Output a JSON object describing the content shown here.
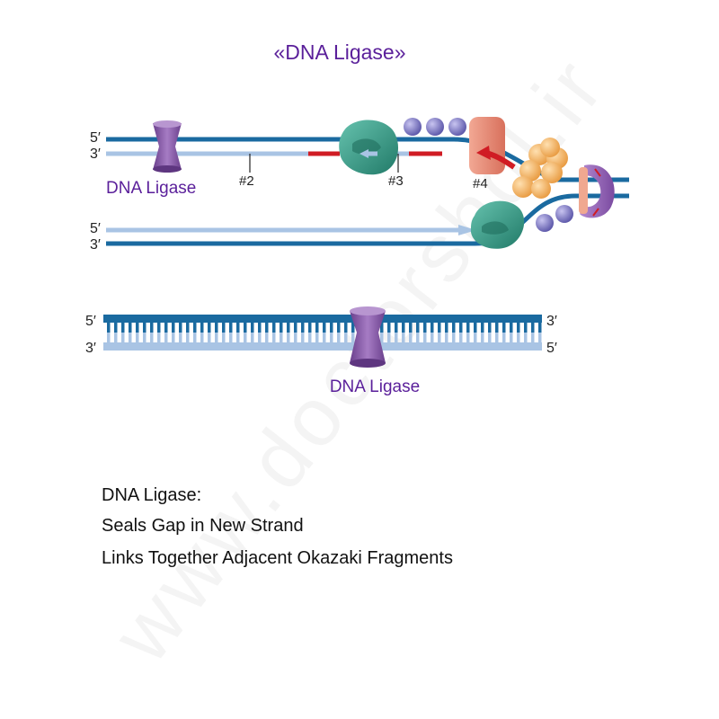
{
  "title": "«DNA Ligase»",
  "watermark": "www.doctorshdl.ir",
  "labels": {
    "ligase_top": "DNA Ligase",
    "ligase_bottom": "DNA Ligase",
    "marker_2": "#2",
    "marker_3": "#3",
    "marker_4": "#4",
    "top_5prime": "5′",
    "top_3prime": "3′",
    "lower_5prime": "5′",
    "lower_3prime": "3′",
    "duplex_left_5prime": "5′",
    "duplex_left_3prime": "3′",
    "duplex_right_3prime": "3′",
    "duplex_right_5prime": "5′"
  },
  "caption": {
    "line1": "DNA Ligase:",
    "line2": "Seals Gap in New Strand",
    "line3": "Links Together Adjacent Okazaki Fragments"
  },
  "colors": {
    "template_strand": "#1a6aa0",
    "new_strand": "#a9c4e4",
    "primer_rna": "#d01c24",
    "ligase": "#8a5aa8",
    "polymerase": "#3a9a86",
    "helicase": "#f0b060",
    "primase": "#e8907c",
    "ssb": "#7b78c0",
    "label_purple": "#5a1f9a"
  }
}
